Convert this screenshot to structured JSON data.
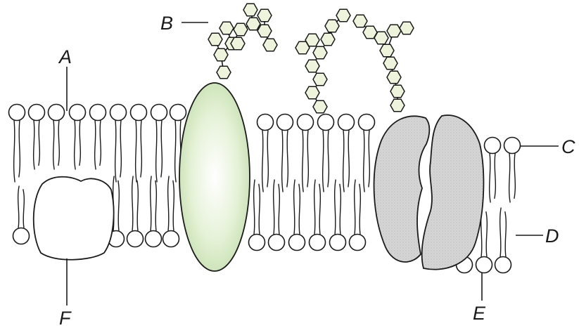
{
  "diagram": {
    "labels": {
      "A": "A",
      "B": "B",
      "C": "C",
      "D": "D",
      "E": "E",
      "F": "F"
    },
    "colors": {
      "background": "#ffffff",
      "outline": "#1a1a1a",
      "integral_protein_fill": "#cfe6b8",
      "channel_protein_fill": "#cfcfcf",
      "carbohydrate_fill": "#eef4dc"
    }
  }
}
